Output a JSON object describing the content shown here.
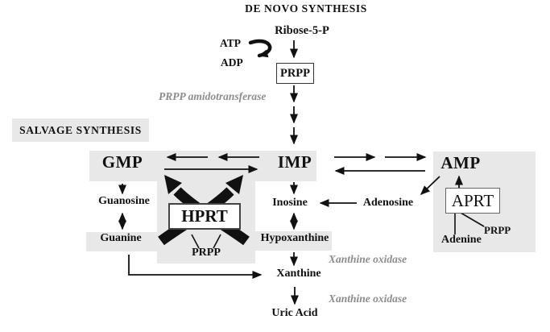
{
  "titles": {
    "de_novo": "DE NOVO SYNTHESIS",
    "salvage": "SALVAGE SYNTHESIS"
  },
  "de_novo_pathway": {
    "ribose": "Ribose-5-P",
    "atp": "ATP",
    "adp": "ADP",
    "prpp_box": "PRPP",
    "enzyme": "PRPP amidotransferase"
  },
  "nodes": {
    "gmp": "GMP",
    "imp": "IMP",
    "amp": "AMP",
    "guanosine": "Guanosine",
    "guanine": "Guanine",
    "inosine": "Inosine",
    "adenosine": "Adenosine",
    "hypoxanthine": "Hypoxanthine",
    "xanthine": "Xanthine",
    "uric_acid": "Uric Acid",
    "adenine": "Adenine"
  },
  "enzymes": {
    "hprt": "HPRT",
    "aprt": "APRT",
    "hprt_substrate": "PRPP",
    "aprt_substrate": "PRPP",
    "xanthine_oxidase_1": "Xanthine oxidase",
    "xanthine_oxidase_2": "Xanthine oxidase"
  },
  "colors": {
    "panel_gray": "#e8e8e8",
    "enzyme_text": "#8c8c8c",
    "ink": "#111111"
  }
}
